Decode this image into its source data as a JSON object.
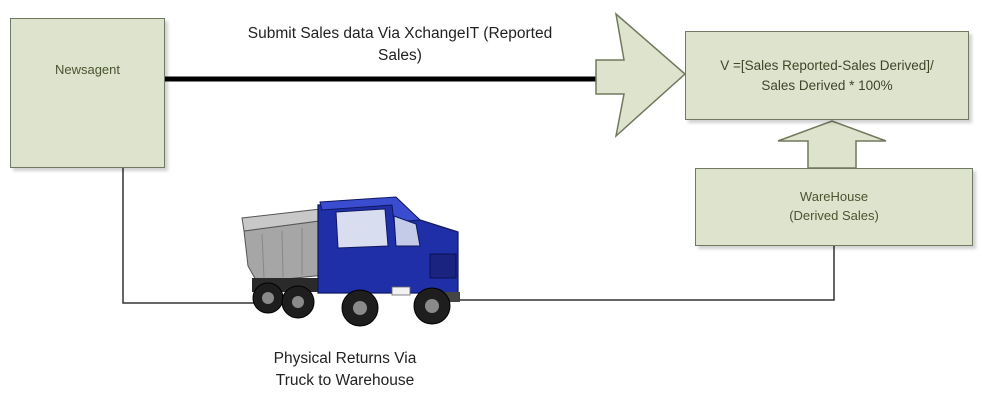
{
  "diagram": {
    "newsagent_label": "Newsagent",
    "formula_line1": "V =[Sales Reported-Sales Derived]/",
    "formula_line2": "Sales Derived * 100%",
    "warehouse_line1": "WareHouse",
    "warehouse_line2": "(Derived Sales)",
    "submit_label_line1": "Submit Sales data Via XchangeIT (Reported",
    "submit_label_line2": "Sales)",
    "returns_label_line1": "Physical Returns Via",
    "returns_label_line2": "Truck to Warehouse"
  },
  "colors": {
    "box_fill": "#dde3cd",
    "box_border": "#707a60",
    "truck_cab": "#1f2fa8",
    "truck_bed": "#a8a8a8"
  },
  "icons": [
    "big-chevron-arrow-icon",
    "up-arrow-icon",
    "dump-truck-icon"
  ]
}
